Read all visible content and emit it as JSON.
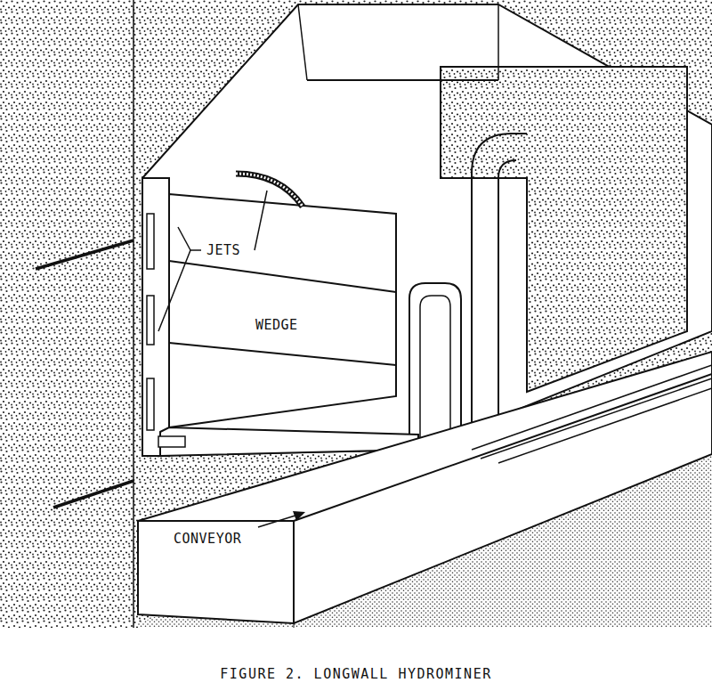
{
  "diagram": {
    "caption": "FIGURE 2. LONGWALL HYDROMINER",
    "labels": [
      "JETS",
      "WEDGE",
      "CONVEYOR"
    ]
  }
}
